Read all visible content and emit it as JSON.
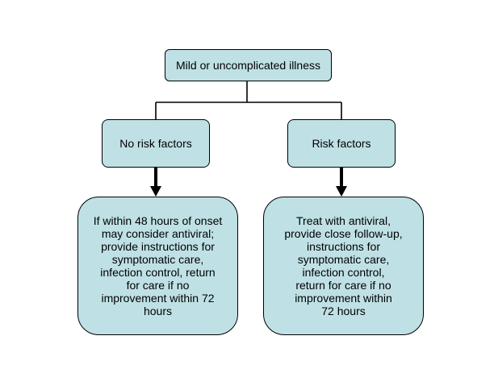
{
  "diagram": {
    "root": {
      "label": "Mild or uncomplicated illness"
    },
    "branches": [
      {
        "label": "No risk factors",
        "action_lines": [
          "If within 48 hours of onset",
          "may consider antiviral;",
          "provide instructions for",
          "symptomatic care,",
          "infection control, return",
          "for care if no",
          "improvement within 72",
          "hours"
        ]
      },
      {
        "label": "Risk factors",
        "action_lines": [
          "Treat with antiviral,",
          "provide close follow-up,",
          "instructions for",
          "symptomatic care,",
          "infection control,",
          "return for care if no",
          "improvement within",
          "72 hours"
        ]
      }
    ],
    "colors": {
      "node_fill": "#bfe1e5",
      "stroke": "#000000"
    }
  }
}
